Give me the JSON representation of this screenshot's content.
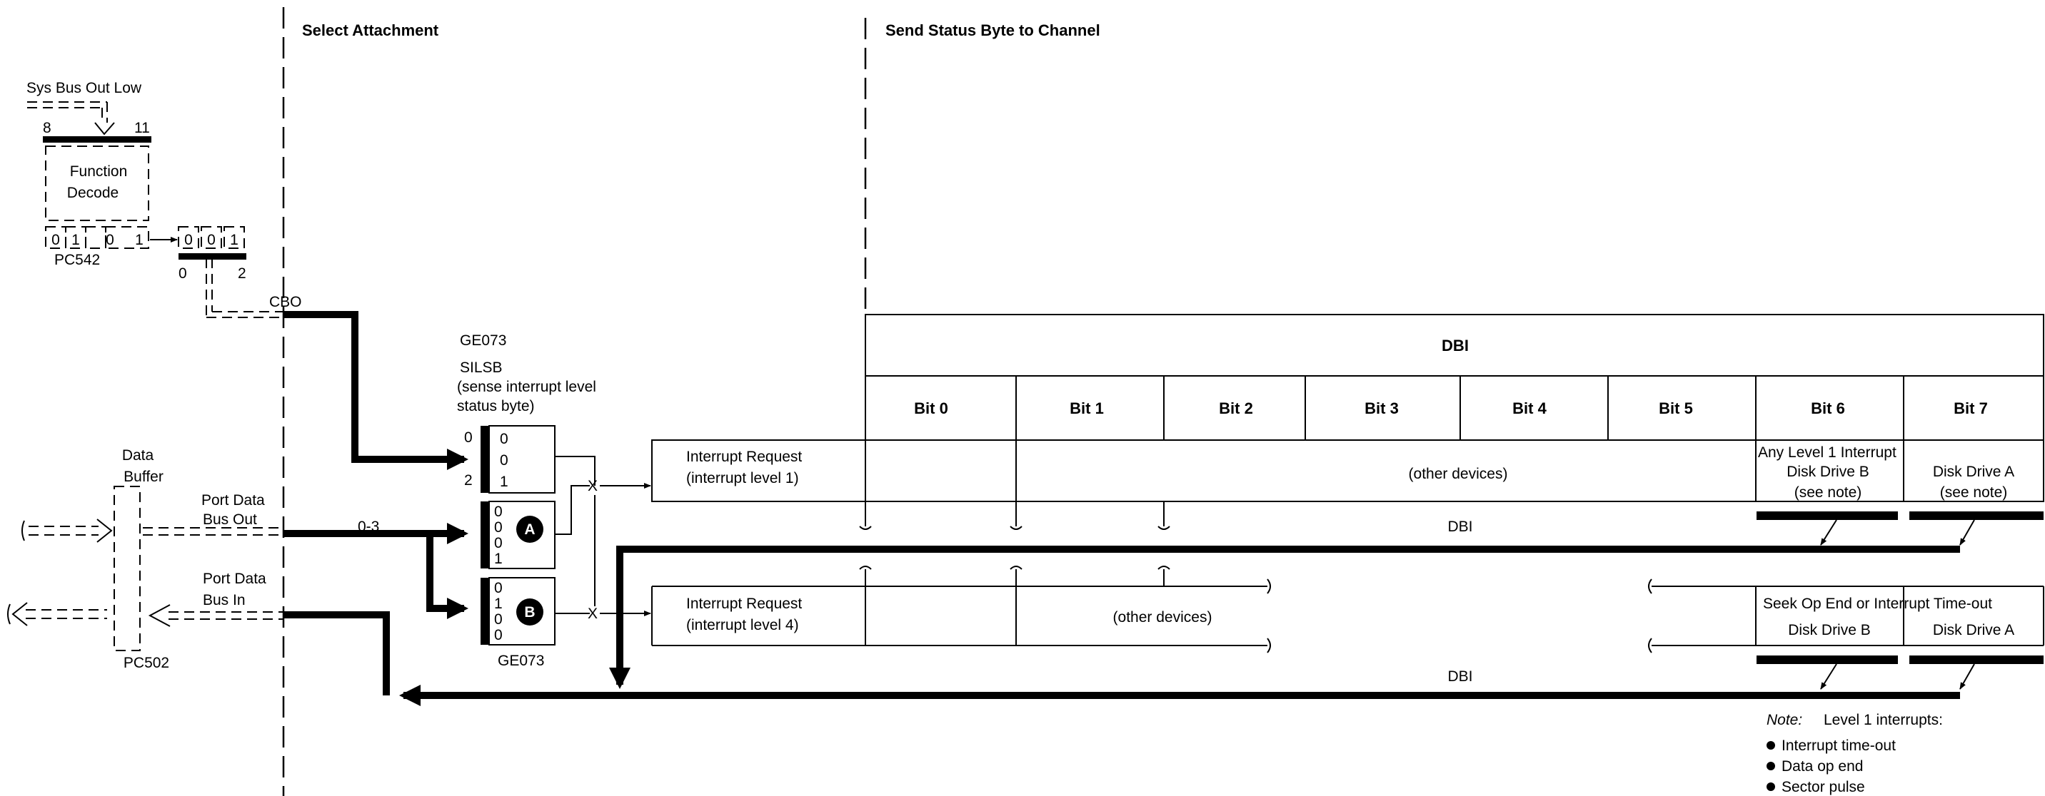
{
  "sections": {
    "select_attachment": "Select Attachment",
    "send_status": "Send Status Byte to Channel"
  },
  "function_decode": {
    "source": "Sys Bus Out Low",
    "bit_start": "8",
    "bit_end": "11",
    "label_line1": "Function",
    "label_line2": "Decode",
    "bits": [
      "0",
      "1",
      "0",
      "1"
    ],
    "out_bits": [
      "0",
      "0",
      "1"
    ],
    "out_start": "0",
    "out_end": "2",
    "card": "PC542",
    "cbo": "CBO"
  },
  "data_buffer": {
    "label_line1": "Data",
    "label_line2": "Buffer",
    "card": "PC502",
    "port_out_line1": "Port Data",
    "port_out_line2": "Bus Out",
    "port_in_line1": "Port Data",
    "port_in_line2": "Bus In",
    "bus_bits": "0-3"
  },
  "silsb": {
    "card_top": "GE073",
    "name": "SILSB",
    "desc_line1": "(sense interrupt level",
    "desc_line2": "status byte)",
    "idx0": "0",
    "idx2": "2",
    "reg1_bits": [
      "0",
      "0",
      "1"
    ],
    "reg2_bits": [
      "0",
      "0",
      "0",
      "1"
    ],
    "reg2_marker": "A",
    "reg3_bits": [
      "0",
      "1",
      "0",
      "0"
    ],
    "reg3_marker": "B",
    "card_bottom": "GE073",
    "x_mark": "X"
  },
  "dbi_table": {
    "header": "DBI",
    "bits": [
      "Bit 0",
      "Bit 1",
      "Bit 2",
      "Bit 3",
      "Bit 4",
      "Bit 5",
      "Bit 6",
      "Bit 7"
    ]
  },
  "level1": {
    "title": "Interrupt Request",
    "sub": "(interrupt level 1)",
    "other": "(other devices)",
    "any_label": "Any Level 1 Interrupt",
    "drive_b": "Disk Drive B",
    "drive_a": "Disk Drive A",
    "note_b": "(see note)",
    "note_a": "(see note)",
    "bus": "DBI"
  },
  "level4": {
    "title": "Interrupt Request",
    "sub": "(interrupt level 4)",
    "other": "(other devices)",
    "seek_label": "Seek Op End or Interrupt Time-out",
    "drive_b": "Disk Drive B",
    "drive_a": "Disk Drive A",
    "bus": "DBI"
  },
  "note": {
    "label": "Note:",
    "text": "Level 1 interrupts:",
    "items": [
      "Interrupt time-out",
      "Data op end",
      "Sector pulse"
    ]
  }
}
